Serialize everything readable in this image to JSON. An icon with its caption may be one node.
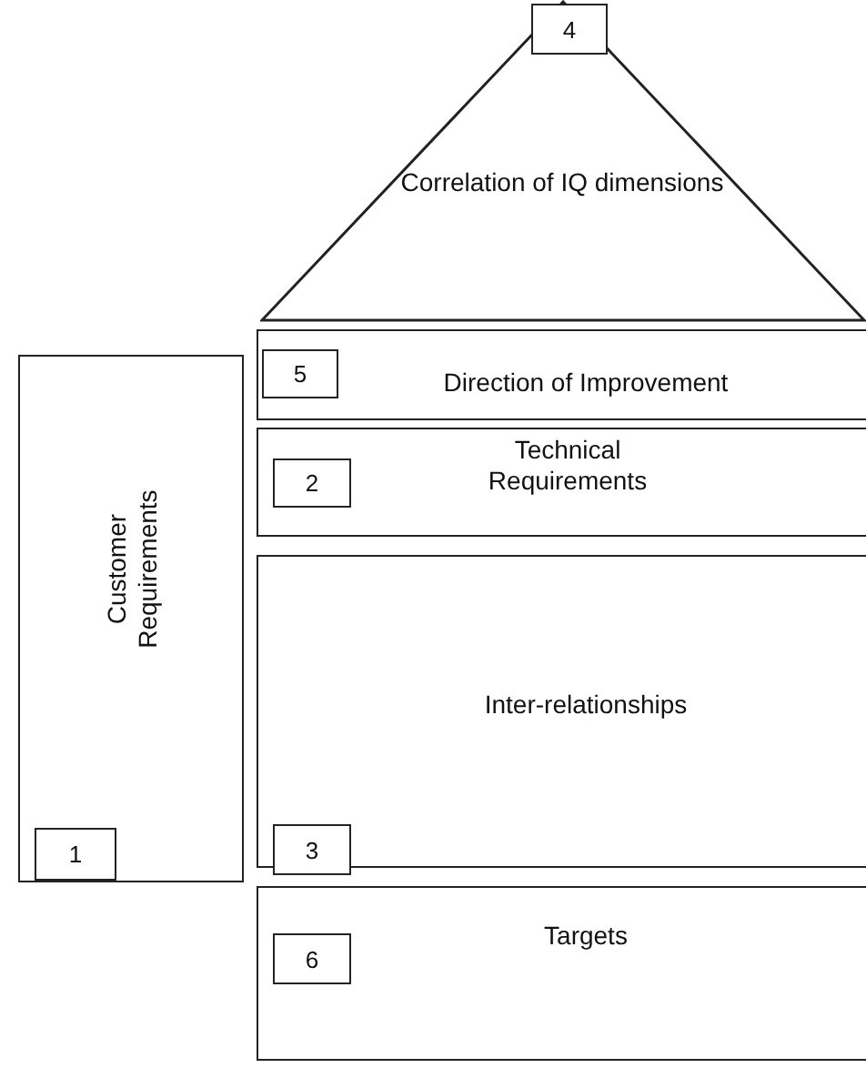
{
  "diagram": {
    "nodes": [
      {
        "text": [
          "Correlation of IQ dimensions"
        ]
      },
      {
        "text": [
          "4"
        ],
        "in": 0
      },
      {
        "text": [
          "Direction of Improvement"
        ]
      },
      {
        "text": [
          "5"
        ],
        "in": 2
      },
      {
        "text": [
          "Customer Requirements"
        ]
      },
      {
        "text": [
          "1"
        ],
        "in": 4
      },
      {
        "text": [
          "Technical Requirements"
        ]
      },
      {
        "text": [
          "2"
        ],
        "in": 6
      },
      {
        "text": [
          "Inter-relationships"
        ]
      },
      {
        "text": [
          "3"
        ],
        "in": 8
      },
      {
        "text": [
          "Targets"
        ]
      },
      {
        "text": [
          "6"
        ],
        "in": 10
      }
    ]
  }
}
